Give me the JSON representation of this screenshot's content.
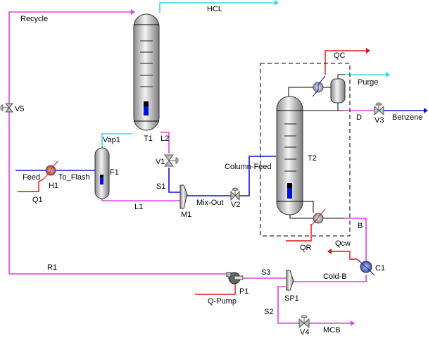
{
  "colors": {
    "liquid": "#e040e0",
    "feed": "#1010e0",
    "vapor": "#30d8e8",
    "energy": "#e01010"
  },
  "streams": {
    "recycle": "Recycle",
    "hcl": "HCL",
    "vap1": "Vap1",
    "l2": "L2",
    "feed": "Feed",
    "to_flash": "To_Flash",
    "q1": "Q1",
    "s1": "S1",
    "l1": "L1",
    "mix_out": "Mix-Out",
    "column_feed": "Column-Feed",
    "qc": "QC",
    "purge": "Purge",
    "d": "D",
    "benzene": "Benzene",
    "qr": "QR",
    "b": "B",
    "qcw": "Qcw",
    "cold_b": "Cold-B",
    "r1": "R1",
    "s3": "S3",
    "q_pump": "Q-Pump",
    "s2": "S2",
    "mcb": "MCB"
  },
  "units": {
    "v5": "V5",
    "t1": "T1",
    "v1": "V1",
    "h1": "H1",
    "f1": "F1",
    "m1": "M1",
    "v2": "V2",
    "t2": "T2",
    "v3": "V3",
    "c1": "C1",
    "p1": "P1",
    "sp1": "SP1",
    "v4": "V4"
  }
}
